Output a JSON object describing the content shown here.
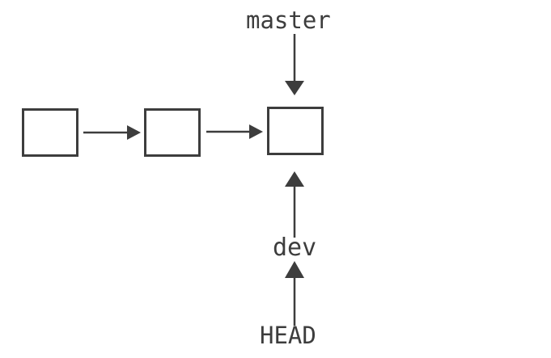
{
  "labels": {
    "master": "master",
    "dev": "dev",
    "head": "HEAD"
  },
  "colors": {
    "line": "#3d3d3d",
    "background": "#ffffff"
  },
  "structure": {
    "commit_count": 3,
    "commit_chain": [
      "commit-1",
      "commit-2",
      "commit-3"
    ],
    "pointers": [
      {
        "label": "master",
        "points_to": "commit-3",
        "arrow_direction": "down"
      },
      {
        "label": "dev",
        "points_to": "commit-3",
        "arrow_direction": "up"
      },
      {
        "label": "HEAD",
        "points_to": "dev",
        "arrow_direction": "up"
      }
    ]
  }
}
